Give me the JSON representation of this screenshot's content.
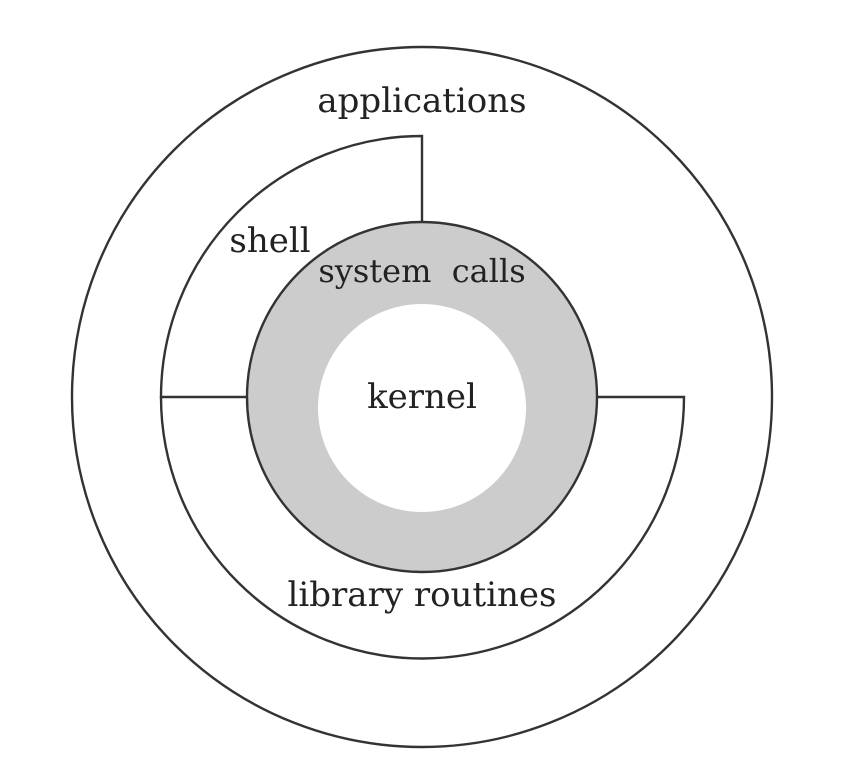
{
  "diagram": {
    "labels": {
      "applications": "applications",
      "shell": "shell",
      "system_calls": "system  calls",
      "kernel": "kernel",
      "library_routines": "library routines"
    },
    "colors": {
      "background": "#ffffff",
      "outline": "#333333",
      "system_calls_ring": "#cccccc",
      "kernel_core": "#ffffff",
      "text": "#222222"
    }
  }
}
